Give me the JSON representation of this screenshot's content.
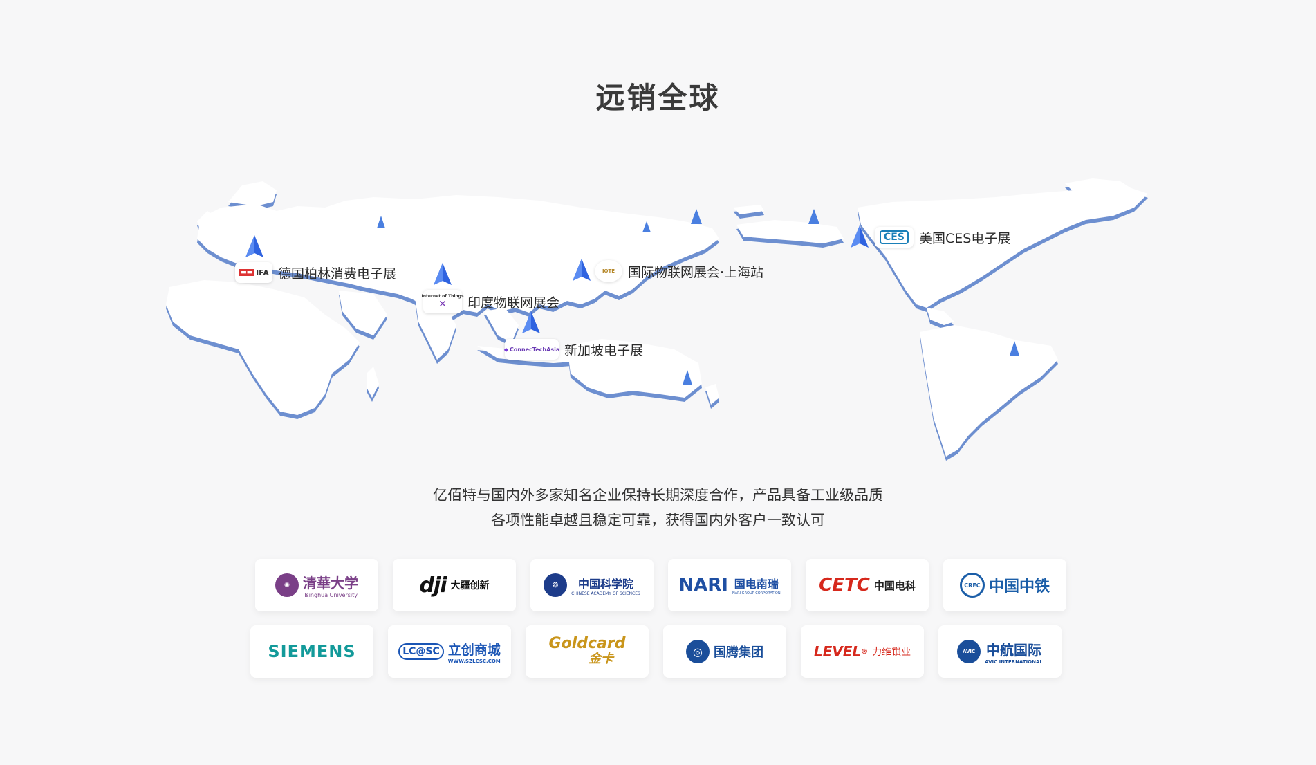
{
  "page": {
    "title": "远销全球"
  },
  "exhibitions": [
    {
      "label": "德国柏林消费电子展",
      "logo_text": "IFA"
    },
    {
      "label": "印度物联网展会",
      "logo_text": "Internet of Things"
    },
    {
      "label": "国际物联网展会·上海站",
      "logo_text": "IOTE"
    },
    {
      "label": "新加坡电子展",
      "logo_text": "ConnecTechAsia"
    },
    {
      "label": "美国CES电子展",
      "logo_text": "CES"
    }
  ],
  "description": {
    "line1": "亿佰特与国内外多家知名企业保持长期深度合作，产品具备工业级品质",
    "line2": "各项性能卓越且稳定可靠，获得国内外客户一致认可"
  },
  "partners": {
    "tsinghua": {
      "name": "清華大学",
      "sub": "Tsinghua University",
      "color": "#7a3f87"
    },
    "dji": {
      "mark": "dji",
      "name": "大疆创新",
      "color": "#111111"
    },
    "cas": {
      "name": "中国科学院",
      "sub": "CHINESE ACADEMY OF SCIENCES",
      "color": "#1d3c8a"
    },
    "nari": {
      "mark": "NARI",
      "name": "国电南瑞",
      "sub": "NARI GROUP CORPORATION",
      "color": "#1f4fa3"
    },
    "cetc": {
      "mark": "CETC",
      "name": "中国电科",
      "color": "#d6281c"
    },
    "crec": {
      "mark": "CREC",
      "name": "中国中铁",
      "color": "#1b5ea8"
    },
    "siemens": {
      "name": "SIEMENS",
      "color": "#139a9a"
    },
    "lcsc": {
      "mark": "LC@SC",
      "name": "立创商城",
      "sub": "WWW.SZLCSC.COM",
      "color": "#1a55b5"
    },
    "goldcard": {
      "name": "Goldcard",
      "cn": "金卡",
      "color": "#c9951b"
    },
    "guoteng": {
      "name": "国腾集团",
      "color": "#1a4e9a"
    },
    "level": {
      "mark": "LEVEL",
      "reg": "®",
      "name": "力维锁业",
      "color": "#d6281c"
    },
    "avic": {
      "mark": "AVIC",
      "name": "中航国际",
      "sub": "AVIC INTERNATIONAL",
      "color": "#1a4e9a"
    }
  }
}
